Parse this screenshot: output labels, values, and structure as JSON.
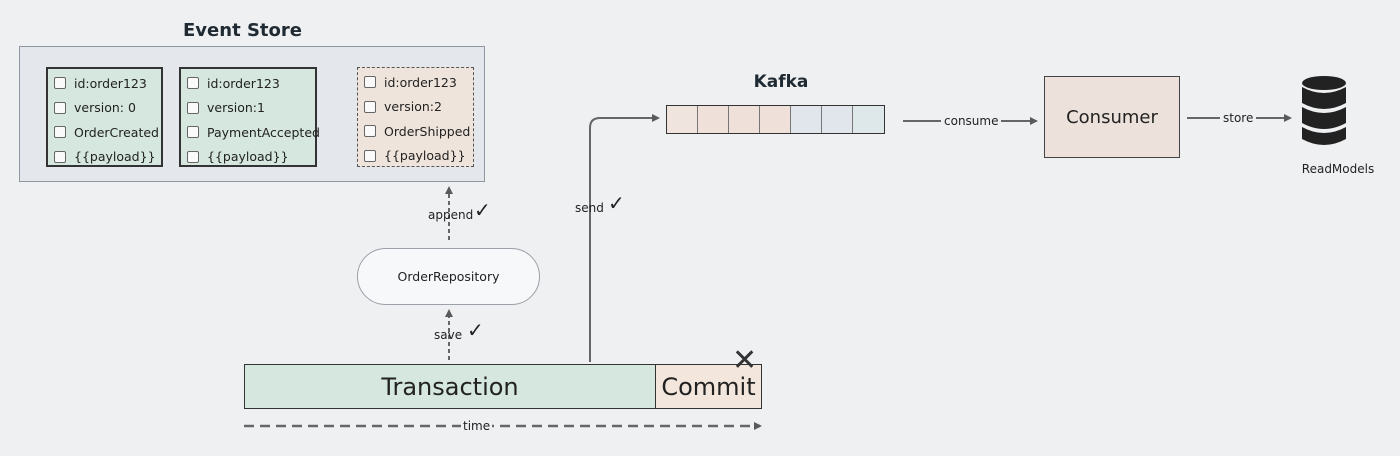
{
  "event_store": {
    "title": "Event Store",
    "events": [
      {
        "fields": [
          "id:order123",
          "version: 0",
          "OrderCreated",
          "{{payload}}"
        ]
      },
      {
        "fields": [
          "id:order123",
          "version:1",
          "PaymentAccepted",
          "{{payload}}"
        ]
      },
      {
        "fields": [
          "id:order123",
          "version:2",
          "OrderShipped",
          "{{payload}}"
        ]
      }
    ]
  },
  "labels": {
    "append": "append",
    "save": "save",
    "send": "send",
    "consume": "consume",
    "store": "store",
    "time": "time",
    "check": "✓",
    "fail": "✕"
  },
  "repository": {
    "label": "OrderRepository"
  },
  "transaction": {
    "label": "Transaction",
    "commit_label": "Commit"
  },
  "kafka": {
    "title": "Kafka",
    "cell_colors": [
      "#efe4de",
      "#efe1da",
      "#efe1da",
      "#efe1da",
      "#e1e6ec",
      "#e1e6ec",
      "#dee8ea"
    ]
  },
  "consumer": {
    "label": "Consumer"
  },
  "read_models": {
    "label": "ReadModels",
    "icon": "database-icon"
  },
  "colors": {
    "line": "#555555",
    "green_fill": "#d5e7df",
    "peach_fill": "#f3e6dc"
  }
}
